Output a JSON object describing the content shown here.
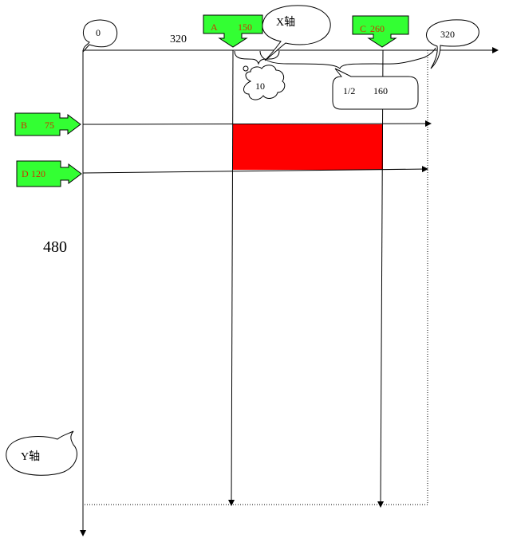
{
  "labels": {
    "origin": "0",
    "width_top": "320",
    "width_callout": "320",
    "x_axis": "X轴",
    "y_axis": "Y轴",
    "height": "480",
    "offset": "10",
    "half_label": "1/2",
    "half_value": "160"
  },
  "markers": {
    "a": {
      "letter": "A",
      "value": "150"
    },
    "c": {
      "letter": "C",
      "value": "260"
    },
    "b": {
      "letter": "B",
      "value": "75"
    },
    "d": {
      "letter": "D",
      "value": "120"
    }
  },
  "colors": {
    "marker_fill": "#33ff33",
    "marker_text": "#cc3300",
    "rect_fill": "#ff0000"
  }
}
